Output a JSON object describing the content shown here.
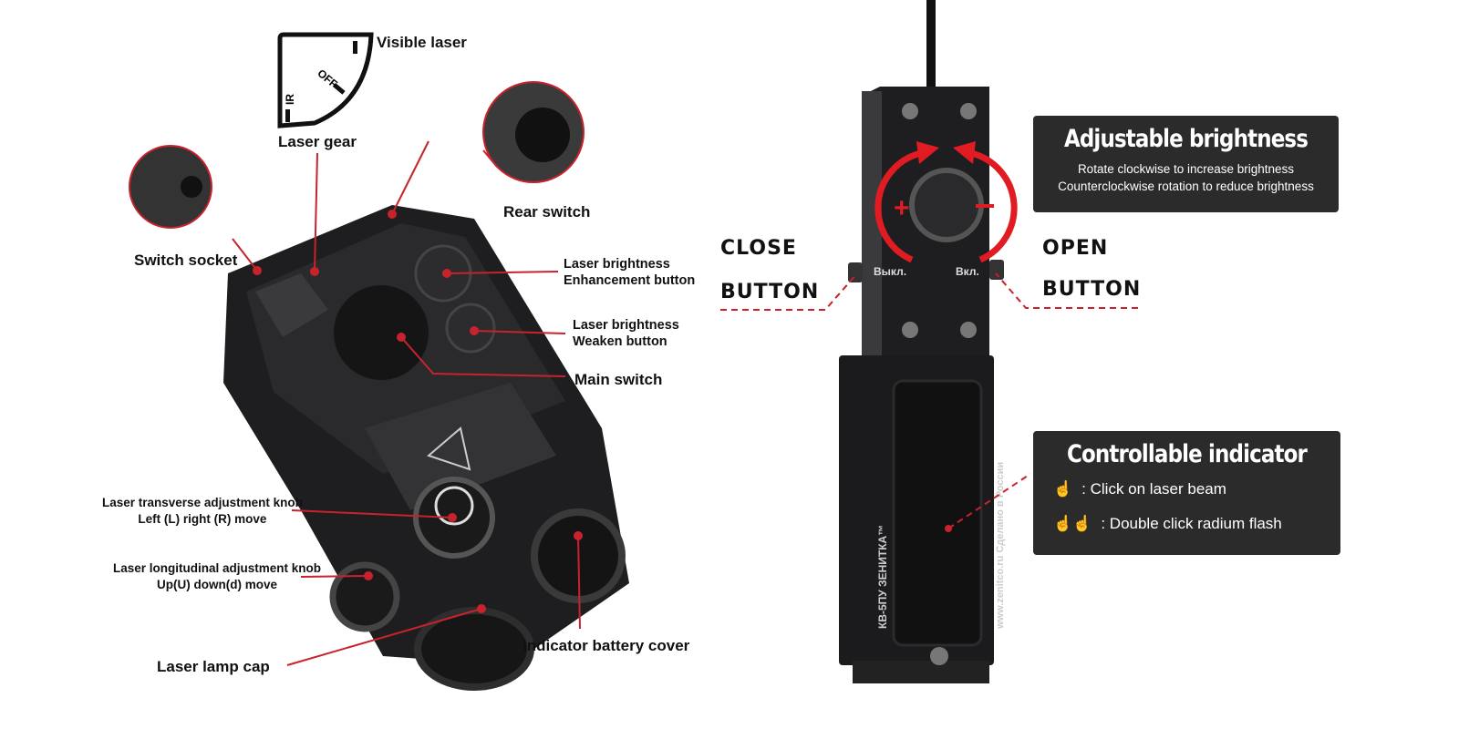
{
  "left_device": {
    "labels": {
      "visible_laser": "Visible laser",
      "laser_gear": "Laser gear",
      "rear_switch": "Rear switch",
      "switch_socket": "Switch socket",
      "brightness_enhance": [
        "Laser brightness",
        "Enhancement button"
      ],
      "brightness_weaken": [
        "Laser brightness",
        "Weaken button"
      ],
      "main_switch": "Main switch",
      "transverse_knob": [
        "Laser transverse adjustment knob",
        "Left (L) right (R) move"
      ],
      "longitudinal_knob": [
        "Laser longitudinal adjustment knob",
        "Up(U) down(d) move"
      ],
      "lamp_cap": "Laser lamp cap",
      "battery_cover": "Indicator battery cover"
    },
    "gear_icon_marks": {
      "off": "OFF",
      "ir": "IR"
    }
  },
  "right_device": {
    "close_button": [
      "CLOSE",
      "BUTTON"
    ],
    "open_button": [
      "OPEN",
      "BUTTON"
    ],
    "device_marks": {
      "close": "Выкл.",
      "open": "Вкл.",
      "model": "КВ-5ПУ  ЗЕНИТКА™",
      "site": "www.zenitco.ru  Сделано в России"
    },
    "brightness_box": {
      "title": "Adjustable brightness",
      "lines": [
        "Rotate clockwise to increase brightness",
        "Counterclockwise rotation to reduce brightness"
      ]
    },
    "indicator_box": {
      "title": "Controllable indicator",
      "items": [
        {
          "icon": "single-tap-hand-icon",
          "text": ": Click on laser beam"
        },
        {
          "icon": "double-tap-hand-icon",
          "text": ": Double click radium flash"
        }
      ]
    }
  },
  "colors": {
    "accent": "#d0202a",
    "box": "#2b2b2b",
    "device": "#1c1c1e"
  }
}
